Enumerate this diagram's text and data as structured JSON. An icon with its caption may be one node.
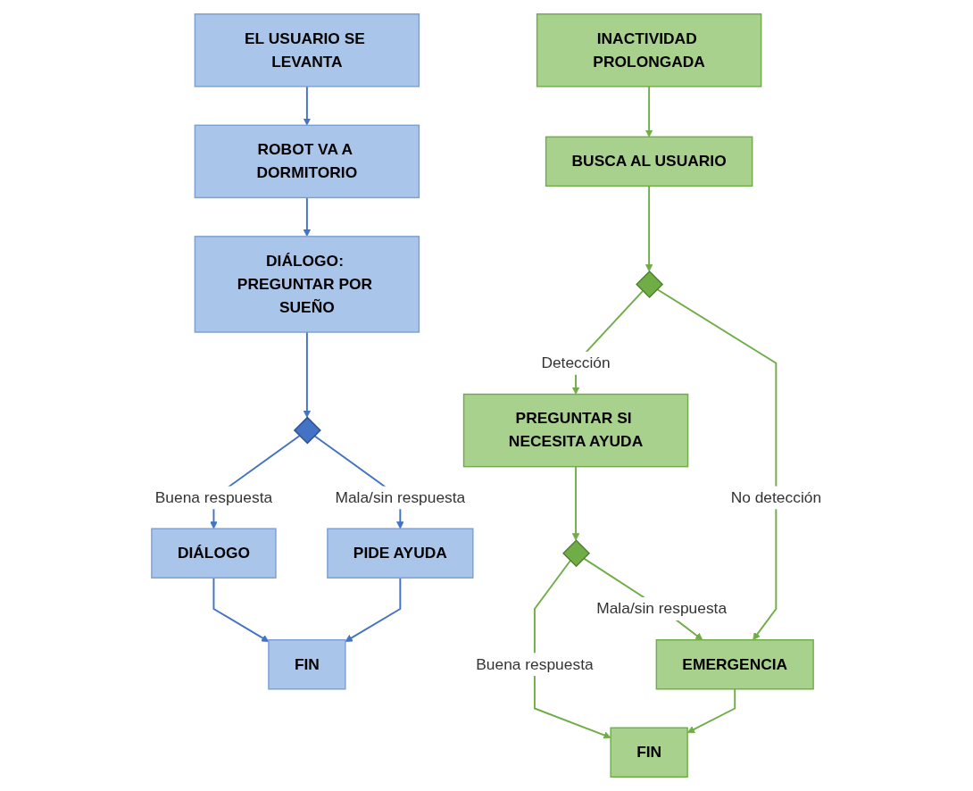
{
  "diagram": {
    "nodes": [
      {
        "text": [
          "EL USUARIO SE LEVANTA"
        ]
      },
      {
        "text": [
          "ROBOT VA A DORMITORIO"
        ]
      },
      {
        "text": [
          "DIÁLOGO: PREGUNTAR POR SUEÑO"
        ]
      },
      {
        "text": [],
        "shape": "diamond"
      },
      {
        "text": [
          "DIÁLOGO"
        ]
      },
      {
        "text": [
          "PIDE AYUDA"
        ]
      },
      {
        "text": [
          "FIN"
        ]
      },
      {
        "text": [
          "INACTIVIDAD PROLONGADA"
        ]
      },
      {
        "text": [
          "BUSCA AL USUARIO"
        ]
      },
      {
        "text": [],
        "shape": "diamond"
      },
      {
        "text": [
          "PREGUNTAR SI NECESITA AYUDA"
        ]
      },
      {
        "text": [],
        "shape": "diamond"
      },
      {
        "text": [
          "EMERGENCIA"
        ]
      },
      {
        "text": [
          "FIN"
        ]
      }
    ],
    "edges": [
      {
        "from": 0,
        "to": 1,
        "arrow": "to",
        "color": "#4472c4"
      },
      {
        "from": 1,
        "to": 2,
        "arrow": "to",
        "color": "#4472c4"
      },
      {
        "from": 2,
        "to": 3,
        "arrow": "to",
        "color": "#4472c4"
      },
      {
        "from": 3,
        "to": 4,
        "arrow": "to",
        "label": "Buena respuesta",
        "color": "#4472c4"
      },
      {
        "from": 3,
        "to": 5,
        "arrow": "to",
        "label": "Mala/sin respuesta",
        "color": "#4472c4"
      },
      {
        "from": 5,
        "to": 6,
        "arrow": "to",
        "color": "#4472c4"
      },
      {
        "from": 4,
        "to": 6,
        "arrow": "to",
        "color": "#4472c4"
      },
      {
        "from": 7,
        "to": 8,
        "arrow": "to",
        "color": "#70ad47"
      },
      {
        "from": 8,
        "to": 9,
        "arrow": "to",
        "color": "#70ad47"
      },
      {
        "from": 9,
        "to": 10,
        "arrow": "to",
        "label": "Detección",
        "color": "#70ad47"
      },
      {
        "from": 9,
        "to": 12,
        "arrow": "to",
        "label": "No detección",
        "color": "#70ad47"
      },
      {
        "from": 10,
        "to": 11,
        "arrow": "to",
        "color": "#70ad47"
      },
      {
        "from": 11,
        "to": 13,
        "arrow": "to",
        "label": "Buena respuesta",
        "color": "#70ad47"
      },
      {
        "from": 11,
        "to": 12,
        "arrow": "to",
        "label": "Mala/sin respuesta",
        "color": "#70ad47"
      },
      {
        "from": 12,
        "to": 13,
        "arrow": "to",
        "color": "#70ad47"
      }
    ]
  }
}
